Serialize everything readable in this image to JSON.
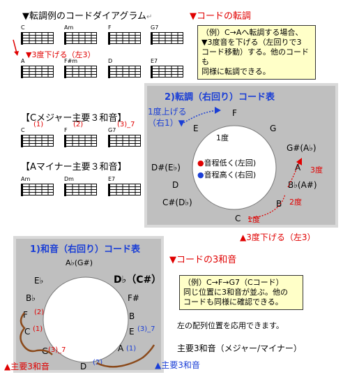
{
  "diagram_title": "▼転調例のコードダイアグラム",
  "return_mark": "↵",
  "transposition_title": "▼コードの転調",
  "example_note": [
    "（例）C→Aへ転調する場合、",
    "▼3度音を下げる（左回りで3",
    "コード移動）する。他のコードも",
    "同様に転調できる。"
  ],
  "row1_chords": [
    "C",
    "Am",
    "F",
    "G7"
  ],
  "row2_chords": [
    "A",
    "F#m",
    "D",
    "E7"
  ],
  "lower_third_label": "▼3度下げる（左3）",
  "major_section_title": "【Cメジャー主要３和音】",
  "major_chords": [
    "C",
    "F",
    "G7"
  ],
  "major_marks": [
    "(1)",
    "(2)",
    "(3)_7"
  ],
  "minor_section_title": "【Aマイナー主要３和音】",
  "minor_chords": [
    "Am",
    "Dm",
    "E7"
  ],
  "wheel1": {
    "title": "2)転調（右回り）コード表",
    "raise_label": [
      "1度上げる",
      "（右1）"
    ],
    "keys": [
      "F",
      "E",
      "G",
      "G#(A♭)",
      "D#(E♭)",
      "A",
      "D",
      "B♭(A#)",
      "C#(D♭)",
      "B",
      "C"
    ],
    "one_degree_inner": "1度",
    "legend_low": "音程低く(左回)",
    "legend_high": "音程高く(右回)",
    "deg3": "3度",
    "deg2": "2度",
    "deg1": "1度",
    "lower_third_caption": "▲3度下げる（左3）"
  },
  "wheel2": {
    "title": "1)和音（右回り）コード表",
    "keys": [
      "A♭(G#)",
      "D♭（C#）",
      "E♭",
      "F#",
      "B♭",
      "B",
      "F",
      "E",
      "C",
      "A",
      "G",
      "D"
    ],
    "marks": [
      "(2)",
      "(1)",
      "(3)_7",
      "(3)_7",
      "(1)",
      "(2)"
    ],
    "major_label": "▲主要3和音",
    "major_label_right": "▲主要3和音"
  },
  "triad_title": "▼コードの3和音",
  "triad_note": [
    "（例）C→F→G7（Cコード）",
    "同じ位置に3和音が並ぶ。他の",
    "コードも同様に確認できる。"
  ],
  "apply_text": "左の配列位置を応用できます。",
  "major_minor_text": "主要3和音（メジャー/マイナー）"
}
